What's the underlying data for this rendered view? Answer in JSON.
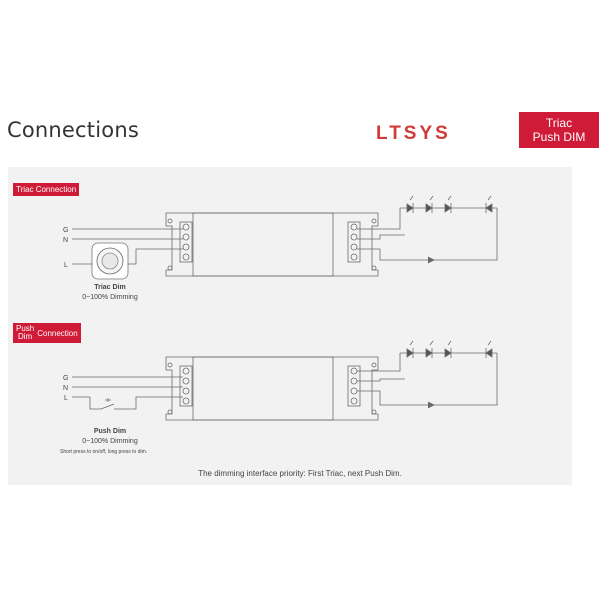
{
  "header": {
    "title": "Connections",
    "brand": "LTSYS",
    "badge_line1": "Triac",
    "badge_line2": "Push DIM"
  },
  "triac_section": {
    "tag": "Triac Connection",
    "labels": {
      "g": "G",
      "n": "N",
      "l": "L"
    },
    "device_name": "Triac Dim",
    "device_range": "0~100% Dimming"
  },
  "push_section": {
    "tag_line1": "Push",
    "tag_line2": "Dim",
    "tag_word": "Connection",
    "labels": {
      "g": "G",
      "n": "N",
      "l": "L"
    },
    "device_name": "Push Dim",
    "device_range": "0~100% Dimming",
    "device_note": "Short press to on/off, long press to dim."
  },
  "footer": {
    "note": "The dimming interface priority: First Triac, next Push Dim."
  },
  "colors": {
    "accent": "#cf1a38",
    "brand": "#d23a3a",
    "panel": "#f2f2f2",
    "line": "#6a6a6a"
  }
}
